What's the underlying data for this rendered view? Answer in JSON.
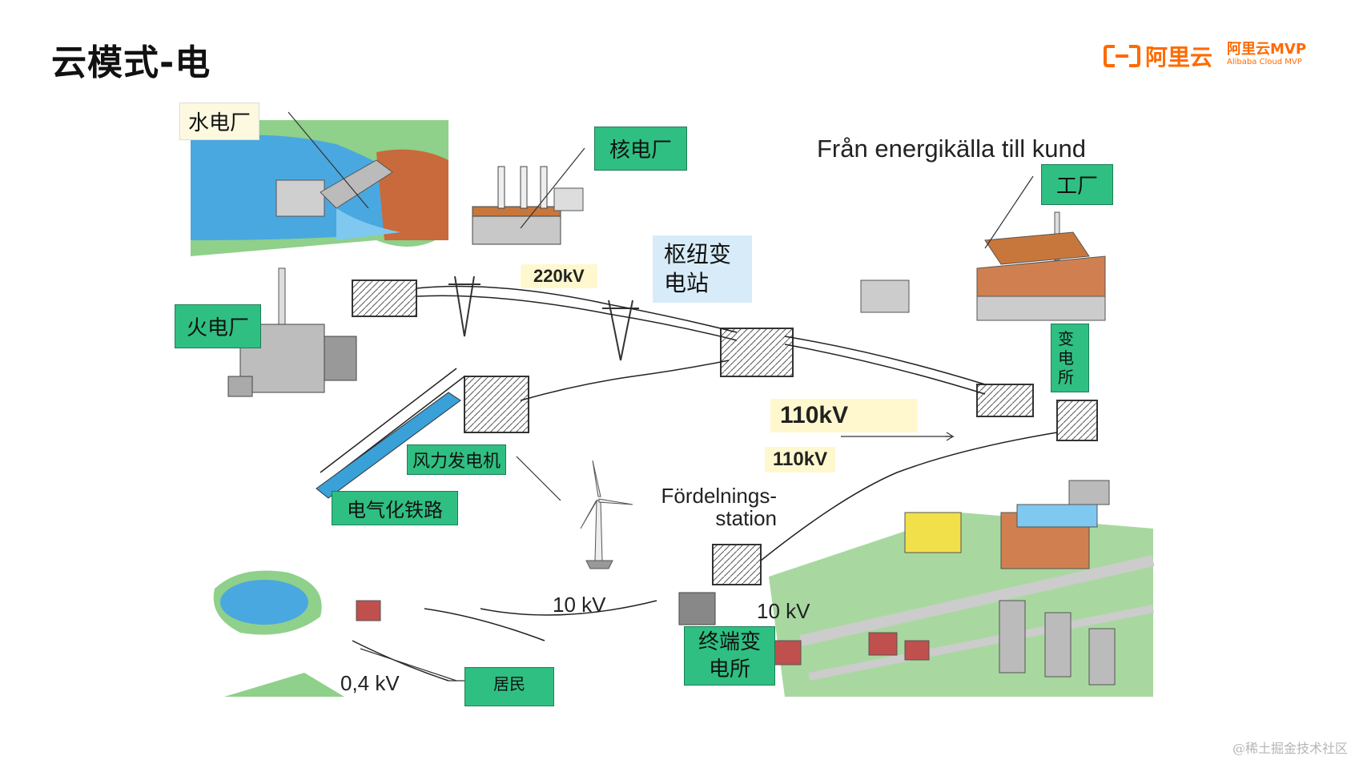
{
  "title": "云模式-电",
  "logo": {
    "brand": "阿里云",
    "mvp": "阿里云MVP",
    "mvp_sub": "Alibaba Cloud MVP",
    "accent": "#ff6a00"
  },
  "diagram": {
    "heading": "Från energikälla till kund",
    "labels": {
      "hydro": "水电厂",
      "nuclear": "核电厂",
      "thermal": "火电厂",
      "hub_substation": "枢纽变电站",
      "factory": "工厂",
      "substation": "变电所",
      "wind": "风力发电机",
      "railway": "电气化铁路",
      "terminal_substation": "终端变电所",
      "residents": "居民",
      "distribution_station": "Fördelnings-station"
    },
    "voltages": {
      "v220": "220kV",
      "v110_main": "110kV",
      "v110_sub": "110kV",
      "v10_a": "10 kV",
      "v10_b": "10 kV",
      "v04": "0,4 kV"
    }
  },
  "watermark": "@稀土掘金技术社区"
}
